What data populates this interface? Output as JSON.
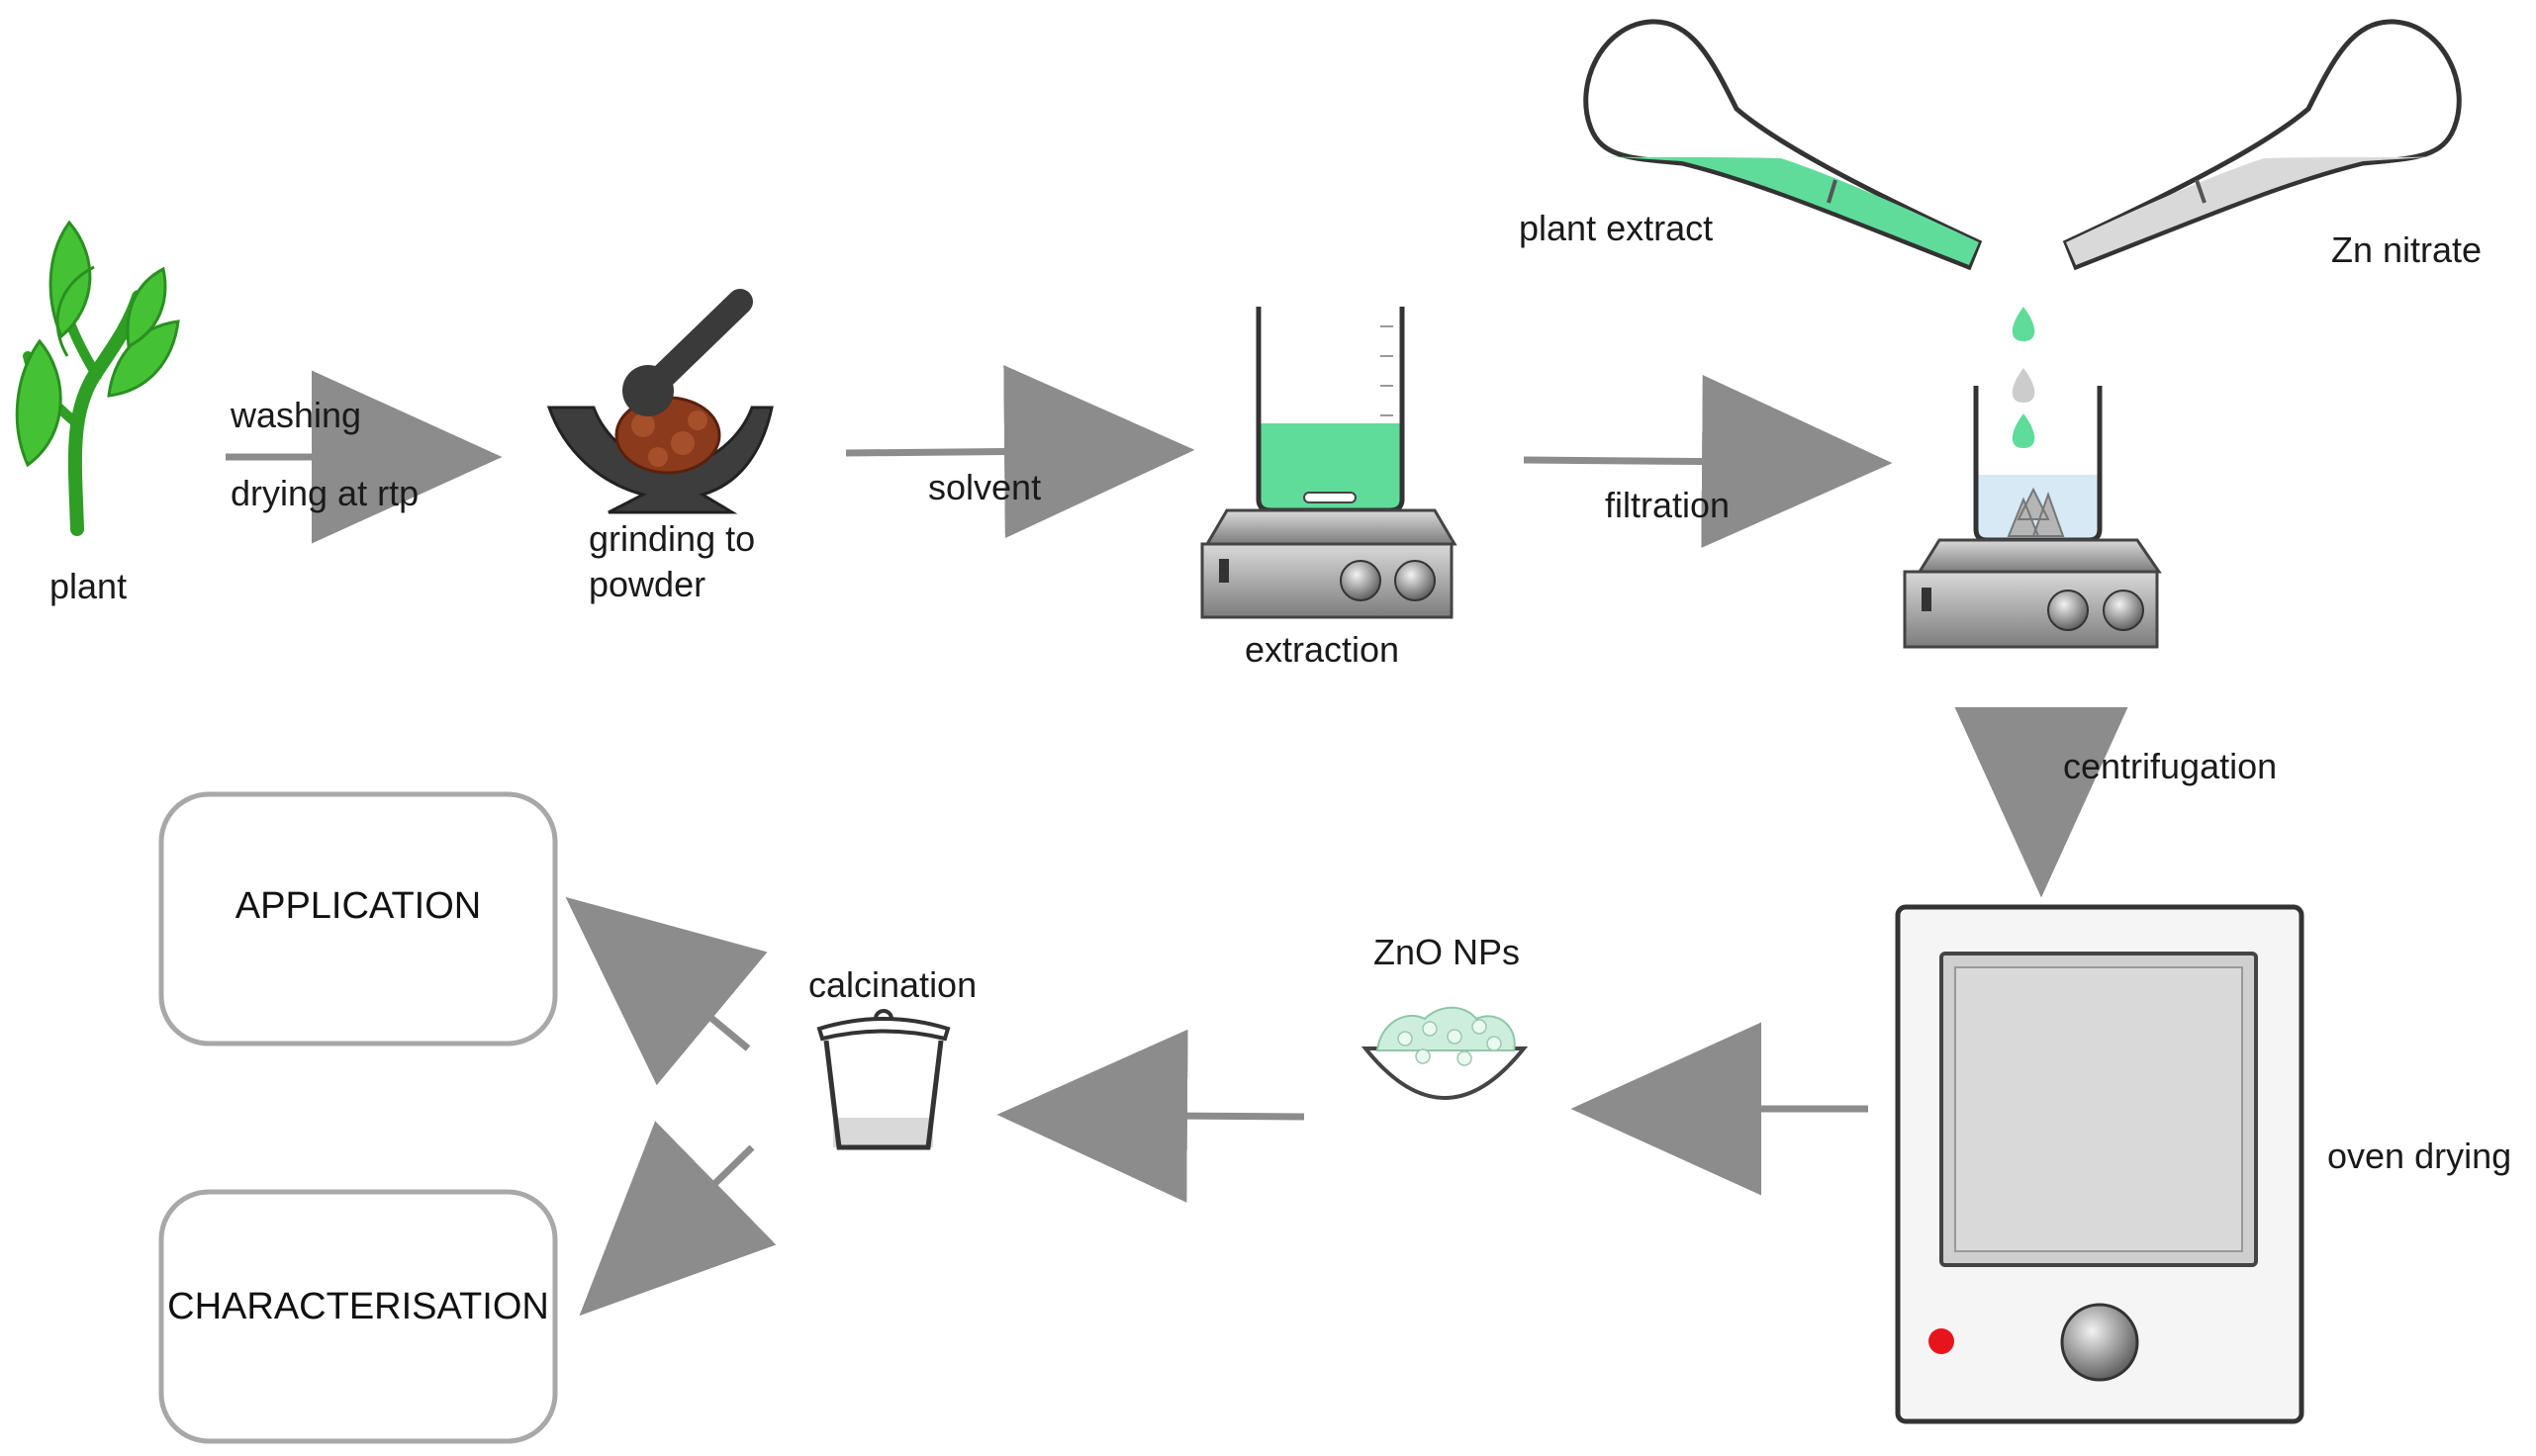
{
  "labels": {
    "plant": "plant",
    "washing": "washing",
    "drying": "drying at rtp",
    "grinding_line1": "grinding to",
    "grinding_line2": "powder",
    "solvent": "solvent",
    "extraction": "extraction",
    "filtration": "filtration",
    "plant_extract": "plant extract",
    "zn_nitrate": "Zn nitrate",
    "centrifugation": "centrifugation",
    "oven_drying": "oven drying",
    "zno_nps": "ZnO NPs",
    "calcination": "calcination"
  },
  "boxes": {
    "application": "APPLICATION",
    "characterisation": "CHARACTERISATION"
  },
  "colors": {
    "arrow": "#8c8c8c",
    "extract_green": "#5fdc9a",
    "leaf_green": "#3cb92e",
    "powder_brown": "#8b3a1c",
    "steel_gray": "#9a9a9a",
    "solution_blue": "#d6e9f5",
    "indicator_red": "#e8141c"
  }
}
